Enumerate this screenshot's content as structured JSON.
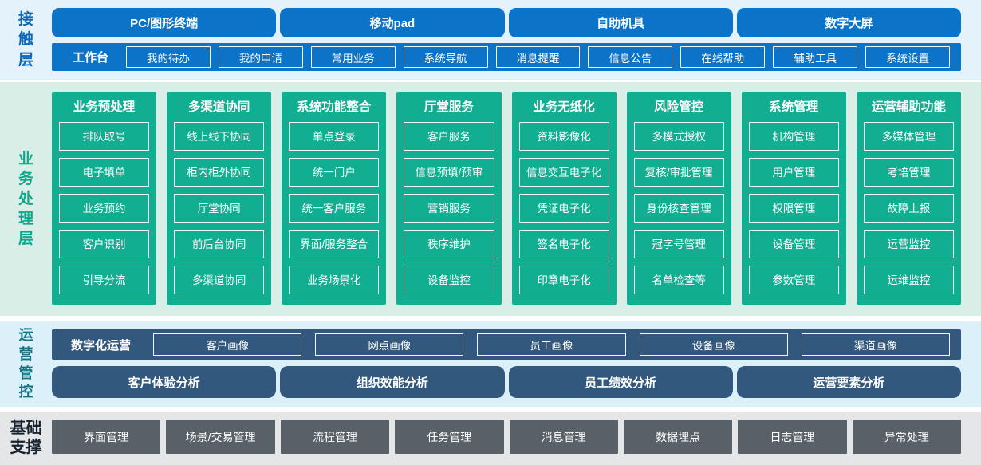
{
  "colors": {
    "contact_blue": "#0b74c9",
    "contact_band_bg": "#e4f2fc",
    "business_green": "#12ae92",
    "business_band_bg": "#d8eee7",
    "operations_slate": "#33587e",
    "operations_band_bg": "#dcf0fa",
    "foundation_gray": "#596168",
    "foundation_band_bg": "#e4e6e8"
  },
  "contact": {
    "label": "接触层",
    "terminals": [
      "PC/图形终端",
      "移动pad",
      "自助机具",
      "数字大屏"
    ],
    "workbench": {
      "label": "工作台",
      "items": [
        "我的待办",
        "我的申请",
        "常用业务",
        "系统导航",
        "消息提醒",
        "信息公告",
        "在线帮助",
        "辅助工具",
        "系统设置"
      ]
    }
  },
  "business": {
    "label": "业务处理层",
    "columns": [
      {
        "title": "业务预处理",
        "items": [
          "排队取号",
          "电子填单",
          "业务预约",
          "客户识别",
          "引导分流"
        ]
      },
      {
        "title": "多渠道协同",
        "items": [
          "线上线下协同",
          "柜内柜外协同",
          "厅堂协同",
          "前后台协同",
          "多渠道协同"
        ]
      },
      {
        "title": "系统功能整合",
        "items": [
          "单点登录",
          "统一门户",
          "统一客户服务",
          "界面/服务整合",
          "业务场景化"
        ]
      },
      {
        "title": "厅堂服务",
        "items": [
          "客户服务",
          "信息预填/预审",
          "营销服务",
          "秩序维护",
          "设备监控"
        ]
      },
      {
        "title": "业务无纸化",
        "items": [
          "资料影像化",
          "信息交互电子化",
          "凭证电子化",
          "签名电子化",
          "印章电子化"
        ]
      },
      {
        "title": "风险管控",
        "items": [
          "多模式授权",
          "复核/审批管理",
          "身份核查管理",
          "冠字号管理",
          "名单检查等"
        ]
      },
      {
        "title": "系统管理",
        "items": [
          "机构管理",
          "用户管理",
          "权限管理",
          "设备管理",
          "参数管理"
        ]
      },
      {
        "title": "运营辅助功能",
        "items": [
          "多媒体管理",
          "考培管理",
          "故障上报",
          "运营监控",
          "运维监控"
        ]
      }
    ]
  },
  "operations": {
    "label": "运营管控",
    "digital": {
      "label": "数字化运营",
      "items": [
        "客户画像",
        "网点画像",
        "员工画像",
        "设备画像",
        "渠道画像"
      ]
    },
    "analysis": [
      "客户体验分析",
      "组织效能分析",
      "员工绩效分析",
      "运营要素分析"
    ]
  },
  "foundation": {
    "label": "基础支撑",
    "items": [
      "界面管理",
      "场景/交易管理",
      "流程管理",
      "任务管理",
      "消息管理",
      "数据埋点",
      "日志管理",
      "异常处理"
    ]
  }
}
